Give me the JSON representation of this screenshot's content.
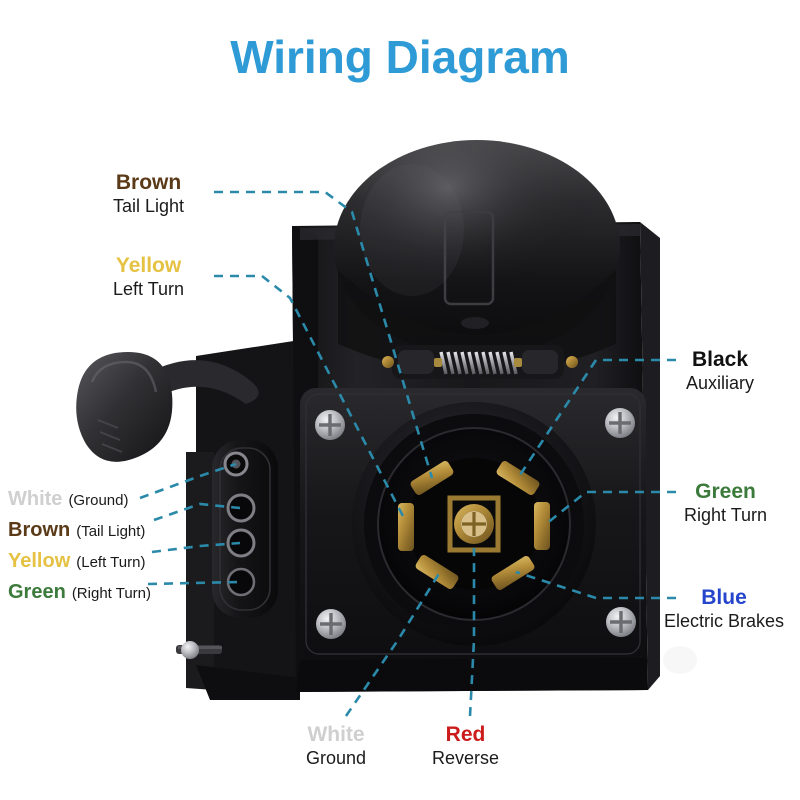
{
  "page": {
    "title": "Wiring Diagram",
    "title_color": "#2e9bd6",
    "background": "#ffffff",
    "leader_line_color": "#2b8aaa"
  },
  "colors": {
    "brown": "#5b3a18",
    "yellow": "#e5c243",
    "white": "#cfcfcf",
    "green": "#3b7a3b",
    "black": "#111111",
    "blue": "#2445cc",
    "red": "#cc1b1b"
  },
  "callouts": {
    "top_left": [
      {
        "color_name": "Brown",
        "function": "Tail Light",
        "swatch": "#5b3a18"
      },
      {
        "color_name": "Yellow",
        "function": "Left Turn",
        "swatch": "#e5c243"
      }
    ],
    "left_list": [
      {
        "color_name": "White",
        "function": "(Ground)",
        "swatch": "#cfcfcf"
      },
      {
        "color_name": "Brown",
        "function": "(Tail Light)",
        "swatch": "#5b3a18"
      },
      {
        "color_name": "Yellow",
        "function": "(Left Turn)",
        "swatch": "#e5c243"
      },
      {
        "color_name": "Green",
        "function": "(Right Turn)",
        "swatch": "#3b7a3b"
      }
    ],
    "right": [
      {
        "color_name": "Black",
        "function": "Auxiliary",
        "swatch": "#111111"
      },
      {
        "color_name": "Green",
        "function": "Right Turn",
        "swatch": "#3b7a3b"
      },
      {
        "color_name": "Blue",
        "function": "Electric Brakes",
        "swatch": "#2445cc"
      }
    ],
    "bottom": [
      {
        "color_name": "White",
        "function": "Ground",
        "swatch": "#cfcfcf"
      },
      {
        "color_name": "Red",
        "function": "Reverse",
        "swatch": "#cc1b1b"
      }
    ]
  },
  "product": {
    "name": "7-way round trailer connector socket with 4-pin flat adapter",
    "icons": {
      "socket": "round-7-way-socket-icon",
      "flat_connector": "4-pin-flat-connector-icon",
      "dust_cap": "rubber-dust-cap-icon",
      "spring_hinge": "spring-hinge-icon",
      "mount_screw": "phillips-screw-icon"
    }
  }
}
